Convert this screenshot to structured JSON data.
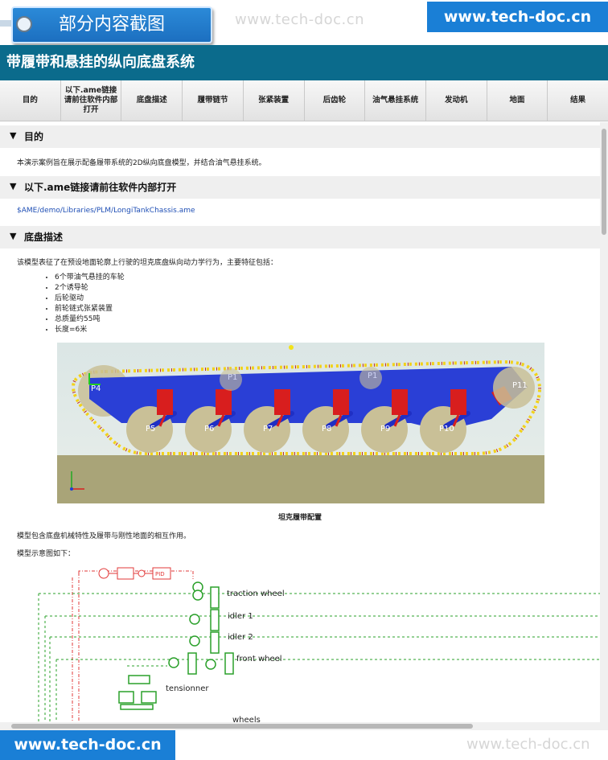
{
  "banner": {
    "label": "部分内容截图",
    "watermark": "www.tech-doc.cn",
    "site": "www.tech-doc.cn"
  },
  "page_title": "带履带和悬挂的纵向底盘系统",
  "tabs": [
    "目的",
    "以下.ame链接请前往软件内部打开",
    "底盘描述",
    "履带链节",
    "张紧装置",
    "后齿轮",
    "油气悬挂系统",
    "发动机",
    "地面",
    "结果"
  ],
  "sections": {
    "purpose": {
      "title": "目的",
      "text": "本演示案例旨在展示配备履带系统的2D纵向底盘模型，并结合油气悬挂系统。"
    },
    "link": {
      "title": "以下.ame链接请前往软件内部打开",
      "href_text": "$AME/demo/Libraries/PLM/LongiTankChassis.ame"
    },
    "chassis": {
      "title": "底盘描述",
      "intro": "该模型表征了在预设地面轮廓上行驶的坦克底盘纵向动力学行为，主要特征包括：",
      "features": [
        "6个带油气悬挂的车轮",
        "2个诱导轮",
        "后轮驱动",
        "前轮链式张紧装置",
        "总质量约55吨",
        "长度=6米"
      ],
      "figure_labels": [
        "P4",
        "P1",
        "P1",
        "P11",
        "P5",
        "P6",
        "P7",
        "P8",
        "P9",
        "P10"
      ],
      "caption": "坦克履带配置",
      "text2": "模型包含底盘机械特性及履带与刚性地面的相互作用。",
      "text3": "模型示意图如下：",
      "scheme_labels": [
        "traction wheel",
        "idler 1",
        "idler 2",
        "front wheel",
        "tensionner",
        "wheels"
      ],
      "scheme_block": "PID"
    }
  },
  "colors": {
    "title_bar": "#0b6b8c",
    "banner": "#1a7fd6",
    "hull": "#2a3fd6",
    "damper": "#d81e1e",
    "wheel": "#c9c097",
    "ground": "#a9a478",
    "scheme_green": "#2aa02a",
    "scheme_red": "#e23a3a"
  }
}
